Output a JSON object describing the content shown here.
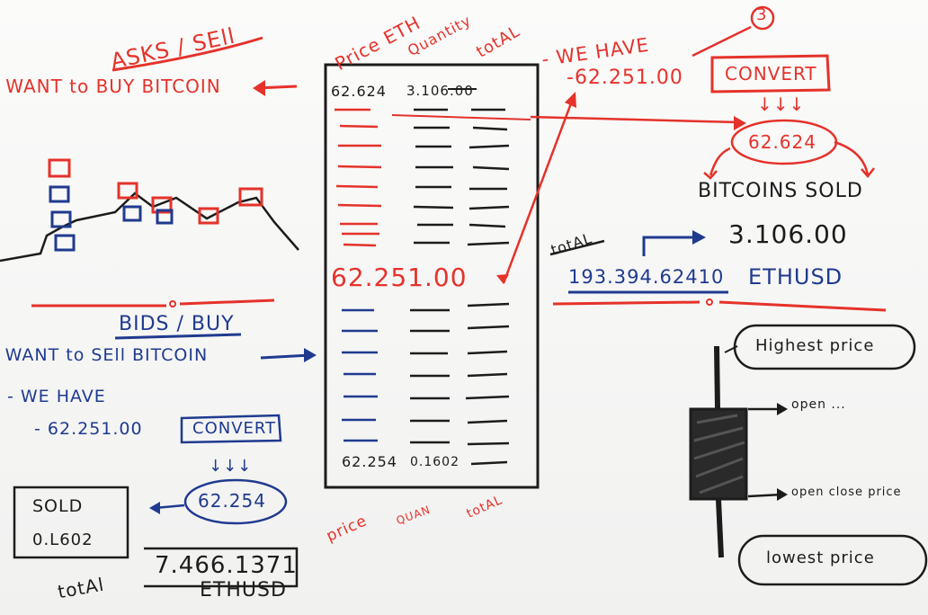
{
  "colors": {
    "red": "#e5322a",
    "blue": "#1f3a8f",
    "black": "#1c1c1c",
    "board": "#f4f4f3"
  },
  "asks_section": {
    "heading": "ASKS / SEll",
    "caption": "I WANT to BUY BITCOIN"
  },
  "bids_section": {
    "heading": "BIDS / BUY",
    "caption": "I WANT to SEll BITCOIN",
    "we_have_label": "- WE HAVE",
    "we_have_value": "- 62.251.00",
    "convert_label": "CONVERT",
    "arrows": "↓↓↓",
    "price": "62.254",
    "sold_label": "SOLD",
    "sold_value": "0.L602",
    "total_label": "totAl",
    "total_value": "7.466.1371",
    "total_unit": "ETHUSD"
  },
  "order_book": {
    "top_headers": [
      "Price ETH",
      "Quantity",
      "totAL"
    ],
    "bottom_headers": [
      "price",
      "QUAN",
      "totAL"
    ],
    "top_price": "62.624",
    "top_quantity": "3.106.00",
    "mid_price": "62.251.00",
    "bottom_price": "62.254",
    "bottom_quantity": "0.1602"
  },
  "right_section": {
    "marker": "3",
    "we_have_label": "- WE HAVE",
    "we_have_value": "-62.251.00",
    "convert_label": "CONVERT",
    "arrows": "↓↓↓",
    "price": "62.624",
    "sold_label": "BITCOINS SOLD",
    "total_label": "totAL",
    "quantity": "3.106.00",
    "total_value": "193.394.62410",
    "total_unit": "ETHUSD"
  },
  "candle": {
    "highest": "Highest price",
    "open": "open ...",
    "open_close": "open close price",
    "lowest": "lowest price"
  }
}
